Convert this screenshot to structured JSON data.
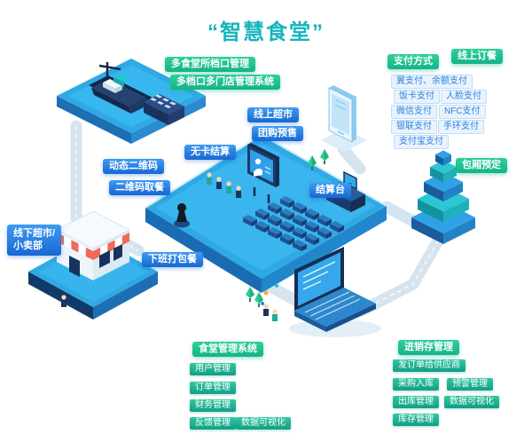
{
  "title": "“智慧食堂”",
  "colors": {
    "title_teal": "#14b5bd",
    "label_green": "#1fc493",
    "label_blue": "#2a7de0",
    "payment_tag_blue": "#2f80dc",
    "platform_blue": "#2fa9e4",
    "platform_side_dark": "#1a6cb2",
    "road_gray_blue": "#d6e4f0",
    "tower_teal": "#2bc7d2",
    "awning_red": "#ef6a5a"
  },
  "labels": {
    "multi_canteen": "多食堂所档口管理",
    "multi_store_system": "多档口多门店管理系统",
    "online_market": "线上超市",
    "group_presale": "团购预售",
    "cardless_settle": "无卡结算",
    "dynamic_qr": "动态二维码",
    "qr_pickup": "二维码取餐",
    "checkout_counter": "结算台",
    "offline_market_line1": "线下超市/",
    "offline_market_line2": "小卖部",
    "after_work_meal": "下班打包餐",
    "payment_methods": "支付方式",
    "online_ordering": "线上订餐",
    "room_booking": "包厢预定"
  },
  "payments": [
    "翼支付、余额支付",
    "饭卡支付",
    "人脸支付",
    "微信支付",
    "NFC支付",
    "银联支付",
    "手环支付",
    "支付宝支付"
  ],
  "canteen_system": {
    "title": "食堂管理系统",
    "items": [
      "用户管理",
      "订单管理",
      "财务管理",
      "反馈管理",
      "数据可视化"
    ]
  },
  "inventory_system": {
    "title": "进销存管理",
    "items": [
      "发订单给供应商",
      "采购入库",
      "预警管理",
      "出库管理",
      "数据可视化",
      "库存管理"
    ]
  }
}
